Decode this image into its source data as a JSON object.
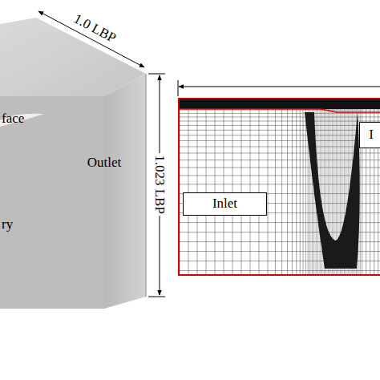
{
  "diagram": {
    "nodes": [
      {
        "text": [
          "Inlet"
        ]
      },
      {
        "text": [
          "I"
        ]
      }
    ],
    "labels": [
      "1.0 LBP",
      "1.023 LBP",
      "face",
      "Outlet",
      "ry"
    ]
  }
}
